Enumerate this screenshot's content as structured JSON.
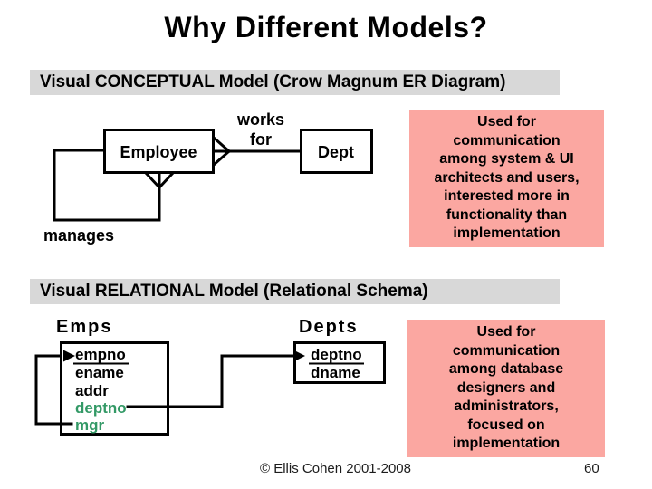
{
  "slide": {
    "title": "Why Different Models?",
    "footer": {
      "copyright": "© Ellis Cohen 2001-2008",
      "page_number": "60"
    }
  },
  "conceptual": {
    "banner": "Visual CONCEPTUAL Model (Crow Magnum ER Diagram)",
    "er": {
      "employee_label": "Employee",
      "dept_label": "Dept",
      "works_line1": "works",
      "works_line2": "for",
      "manages_label": "manages"
    },
    "note": "Used for\ncommunication\namong system & UI\narchitects and users,\ninterested more in\nfunctionality than\nimplementation"
  },
  "relational": {
    "banner": "Visual RELATIONAL Model (Relational Schema)",
    "emps": {
      "title": "Emps",
      "columns": [
        "empno",
        "ename",
        "addr",
        "deptno",
        "mgr"
      ]
    },
    "depts": {
      "title": "Depts",
      "columns": [
        "deptno",
        "dname"
      ]
    },
    "note": "Used for\ncommunication\namong database\ndesigners and\nadministrators,\nfocused on\nimplementation"
  },
  "colors": {
    "note_pink": "#FBA7A1",
    "banner_gray": "#D8D8D8",
    "fk_green": "#339966"
  }
}
